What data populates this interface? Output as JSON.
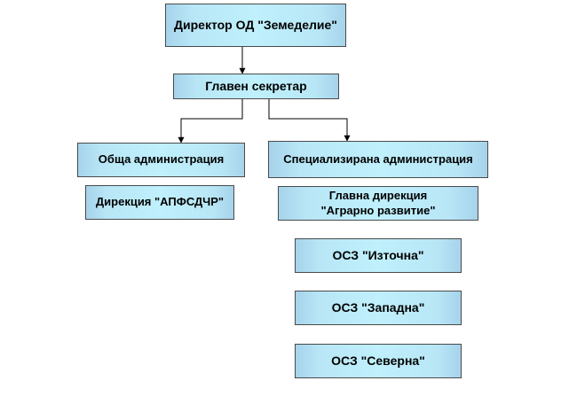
{
  "boxes": {
    "director": "Директор ОД \"Земеделие\"",
    "secretary": "Главен секретар",
    "general_admin": "Обща администрация",
    "specialized_admin": "Специализирана администрация",
    "apfsdchr": "Дирекция \"АПФСДЧР\"",
    "agrarian_line1": "Главна дирекция",
    "agrarian_line2": "\"Аграрно развитие\"",
    "osz_east": "ОСЗ \"Източна\"",
    "osz_west": "ОСЗ \"Западна\"",
    "osz_north": "ОСЗ \"Северна\""
  },
  "colors": {
    "box_fill": "#bff0fc",
    "box_edge": "#a6d3ea",
    "border": "#4a4a4a",
    "connector": "#000000"
  }
}
